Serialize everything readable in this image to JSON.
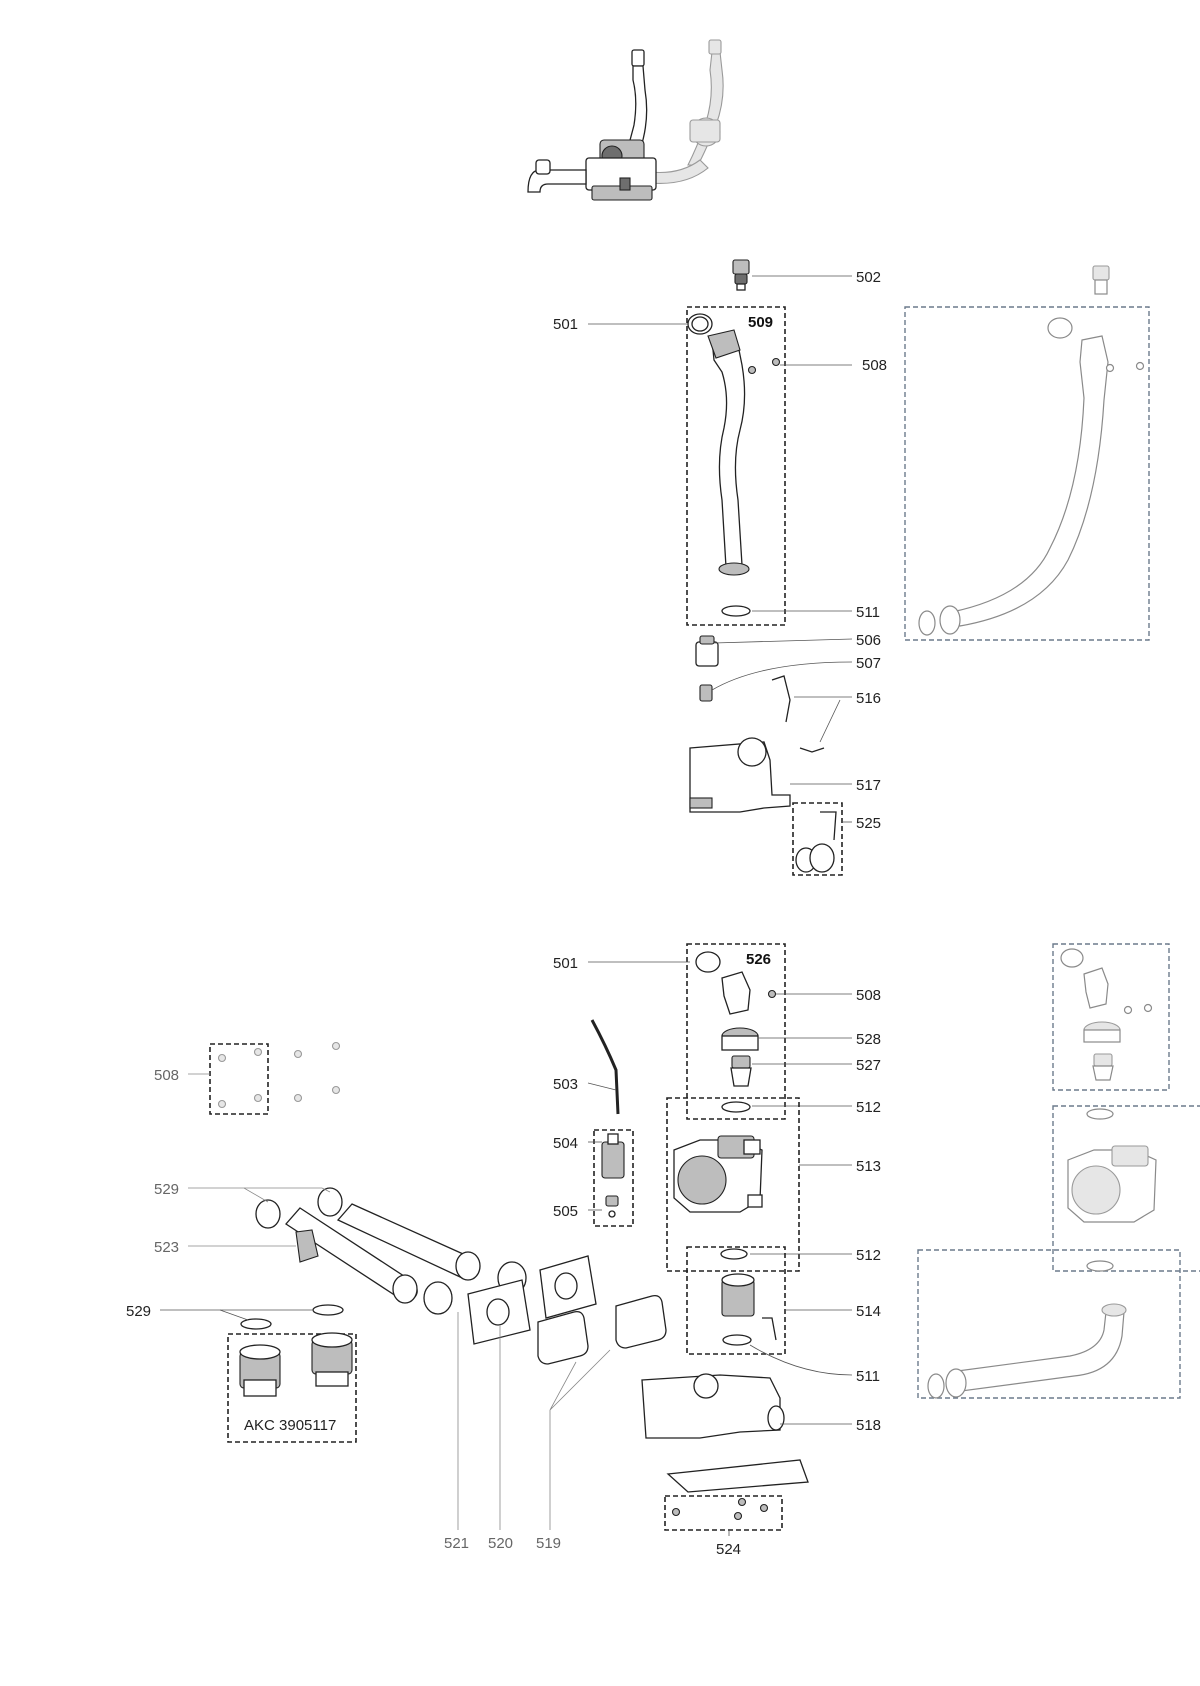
{
  "callouts": {
    "c501a": "501",
    "c502": "502",
    "c508a": "508",
    "c509": "509",
    "c511a": "511",
    "c506": "506",
    "c507": "507",
    "c516": "516",
    "c517": "517",
    "c525": "525",
    "c501b": "501",
    "c526": "526",
    "c508b": "508",
    "c528": "528",
    "c527": "527",
    "c503": "503",
    "c512a": "512",
    "c504": "504",
    "c513": "513",
    "c505": "505",
    "c512b": "512",
    "c514": "514",
    "c511b": "511",
    "c518": "518",
    "c524": "524",
    "c508c": "508",
    "c529a": "529",
    "c523": "523",
    "c529b": "529",
    "c521": "521",
    "c520": "520",
    "c519": "519"
  },
  "kit_label": "AKC 3905117"
}
